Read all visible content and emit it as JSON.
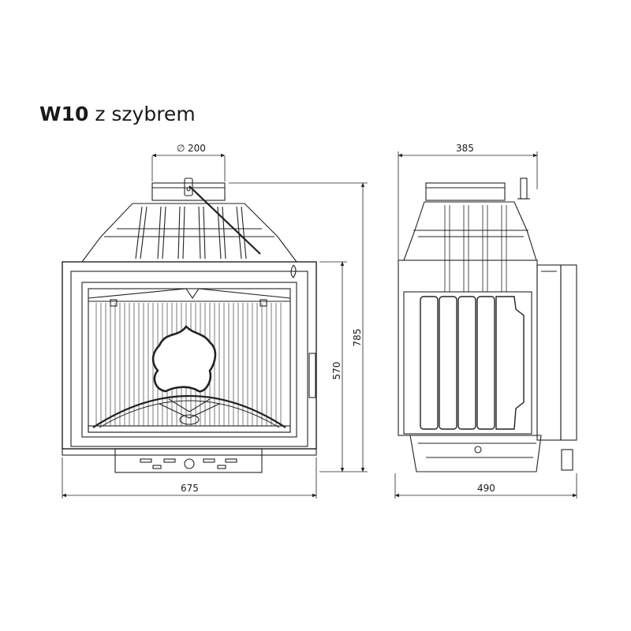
{
  "title": {
    "model": "W10",
    "variant": " z szybrem"
  },
  "dimensions": {
    "flue_diameter": "200",
    "front_width": "675",
    "total_height": "785",
    "body_height": "570",
    "side_top_depth": "385",
    "side_depth": "490"
  },
  "symbols": {
    "diameter": "∅"
  }
}
